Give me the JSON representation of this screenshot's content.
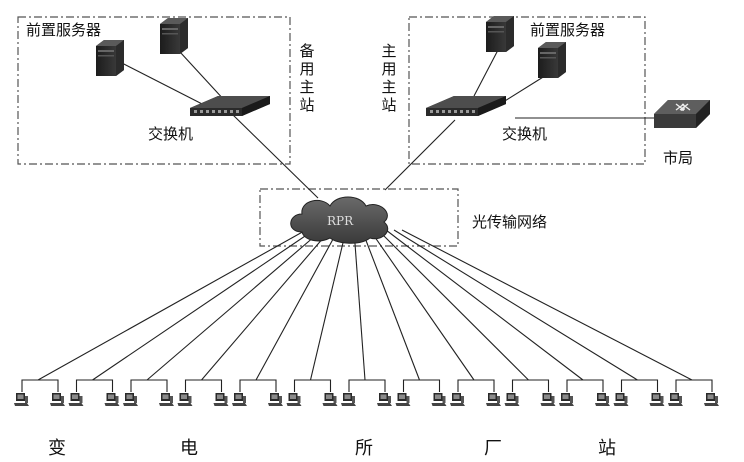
{
  "backup_station": {
    "label": "备用主站",
    "server_label": "前置服务器",
    "switch_label": "交换机"
  },
  "main_station": {
    "label": "主用主站",
    "server_label": "前置服务器",
    "switch_label": "交换机",
    "router_label": "市局"
  },
  "network": {
    "ring_label": "RPR",
    "label": "光传输网络"
  },
  "substations": {
    "label_chars": [
      "变",
      "电",
      "所",
      "厂",
      "站"
    ],
    "group_count": 13
  }
}
